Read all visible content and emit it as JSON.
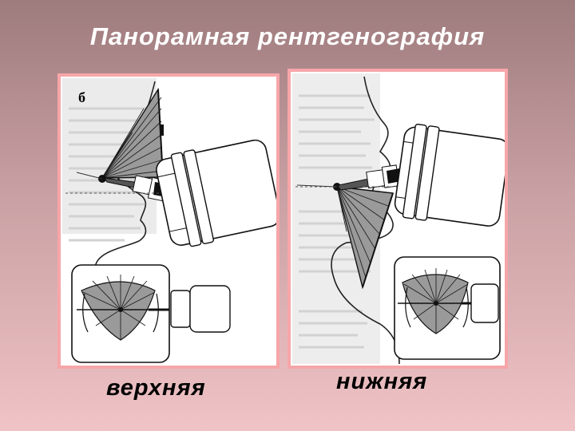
{
  "slide": {
    "title": "Панорамная рентгенография"
  },
  "panels": [
    {
      "caption": "верхняя",
      "figure_label": "б"
    },
    {
      "caption": "нижняя"
    }
  ]
}
